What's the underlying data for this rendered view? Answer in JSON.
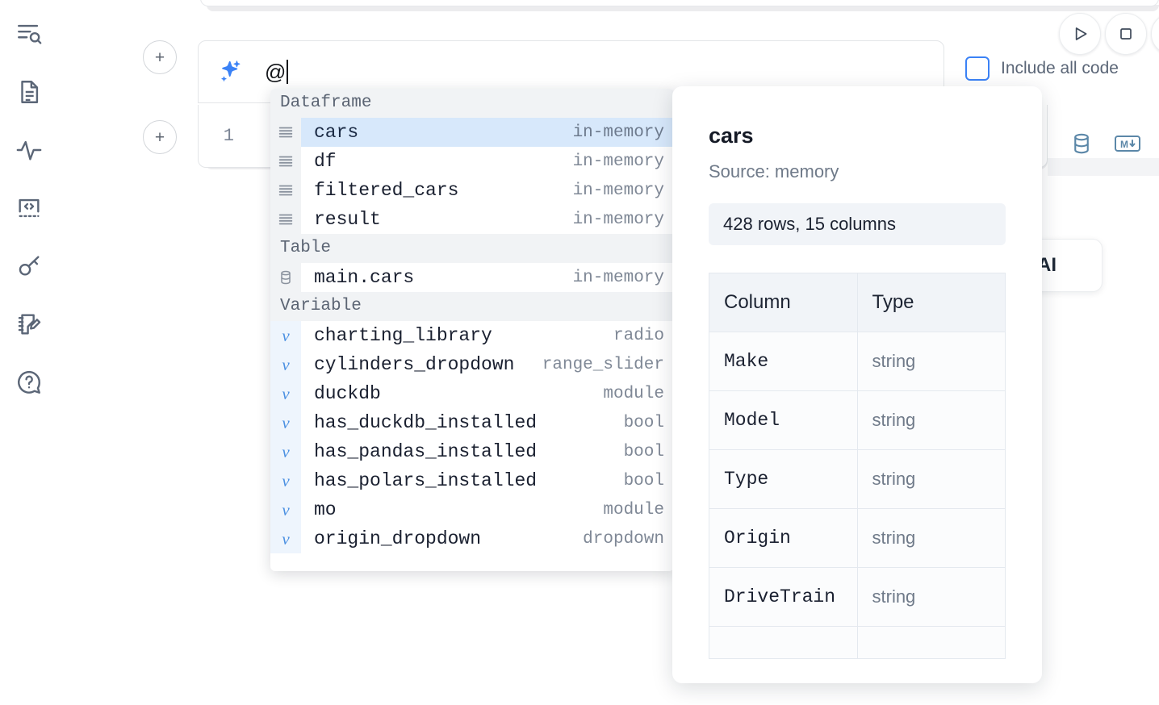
{
  "sidebar": {
    "items": [
      {
        "label": "Explore",
        "icon": "list-search-icon"
      },
      {
        "label": "Notebook File",
        "icon": "document-icon"
      },
      {
        "label": "Activity",
        "icon": "activity-pulse-icon"
      },
      {
        "label": "Snippets",
        "icon": "code-brackets-icon"
      },
      {
        "label": "Secrets",
        "icon": "key-icon"
      },
      {
        "label": "Scratchpad",
        "icon": "notepad-pencil-icon"
      },
      {
        "label": "Help",
        "icon": "question-chat-icon"
      }
    ]
  },
  "toolbar": {
    "run_label": "Run",
    "stop_label": "Stop",
    "more_label": "More",
    "include_all_code_label": "Include all code",
    "include_all_code_checked": false,
    "accent_color": "#3b82f6"
  },
  "ai_prompt": {
    "icon": "ai-sparkle-icon",
    "value": "@",
    "add_button_label": "+"
  },
  "code_cell": {
    "line_number": "1",
    "value": "",
    "icons": [
      {
        "name": "database-icon",
        "label": "SQL cell"
      },
      {
        "name": "markdown-icon",
        "label": "Markdown cell",
        "glyph": "M"
      }
    ],
    "icon_color": "#5b87a8"
  },
  "floating_card": {
    "text": "h AI"
  },
  "autocomplete": {
    "sections": [
      {
        "title": "Dataframe",
        "kind": "dataframe",
        "items": [
          {
            "name": "cars",
            "type": "in-memory",
            "selected": true
          },
          {
            "name": "df",
            "type": "in-memory",
            "selected": false
          },
          {
            "name": "filtered_cars",
            "type": "in-memory",
            "selected": false
          },
          {
            "name": "result",
            "type": "in-memory",
            "selected": false
          }
        ]
      },
      {
        "title": "Table",
        "kind": "table",
        "items": [
          {
            "name": "main.cars",
            "type": "in-memory",
            "selected": false
          }
        ]
      },
      {
        "title": "Variable",
        "kind": "variable",
        "items": [
          {
            "name": "charting_library",
            "type": "radio",
            "selected": false
          },
          {
            "name": "cylinders_dropdown",
            "type": "range_slider",
            "selected": false
          },
          {
            "name": "duckdb",
            "type": "module",
            "selected": false
          },
          {
            "name": "has_duckdb_installed",
            "type": "bool",
            "selected": false
          },
          {
            "name": "has_pandas_installed",
            "type": "bool",
            "selected": false
          },
          {
            "name": "has_polars_installed",
            "type": "bool",
            "selected": false
          },
          {
            "name": "mo",
            "type": "module",
            "selected": false
          },
          {
            "name": "origin_dropdown",
            "type": "dropdown",
            "selected": false
          }
        ]
      }
    ],
    "selected_bg": "#d7e8fb"
  },
  "detail_panel": {
    "title": "cars",
    "source": "Source: memory",
    "stats": "428 rows, 15 columns",
    "table": {
      "headers": [
        "Column",
        "Type"
      ],
      "rows": [
        {
          "column": "Make",
          "type": "string"
        },
        {
          "column": "Model",
          "type": "string"
        },
        {
          "column": "Type",
          "type": "string"
        },
        {
          "column": "Origin",
          "type": "string"
        },
        {
          "column": "DriveTrain",
          "type": "string"
        }
      ]
    }
  }
}
